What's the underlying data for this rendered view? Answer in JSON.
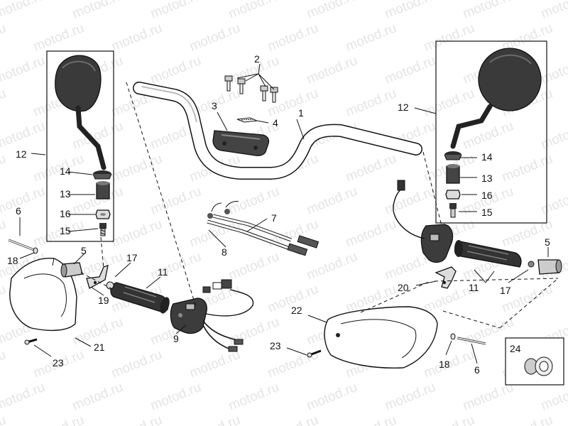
{
  "watermark": "motod.ru",
  "callouts": {
    "c1": "1",
    "c2": "2",
    "c3": "3",
    "c4": "4",
    "c5_left": "5",
    "c5_right": "5",
    "c6_left": "6",
    "c6_right": "6",
    "c7": "7",
    "c8": "8",
    "c9": "9",
    "c11_left": "11",
    "c11_right": "11",
    "c12_left": "12",
    "c12_right": "12",
    "c13_left": "13",
    "c13_right": "13",
    "c14_left": "14",
    "c14_right": "14",
    "c15_left": "15",
    "c15_right": "15",
    "c16_left": "16",
    "c16_right": "16",
    "c17_left": "17",
    "c17_right": "17",
    "c18_left": "18",
    "c18_right": "18",
    "c19": "19",
    "c20": "20",
    "c21": "21",
    "c22": "22",
    "c23_left": "23",
    "c23_right": "23",
    "c24": "24"
  }
}
